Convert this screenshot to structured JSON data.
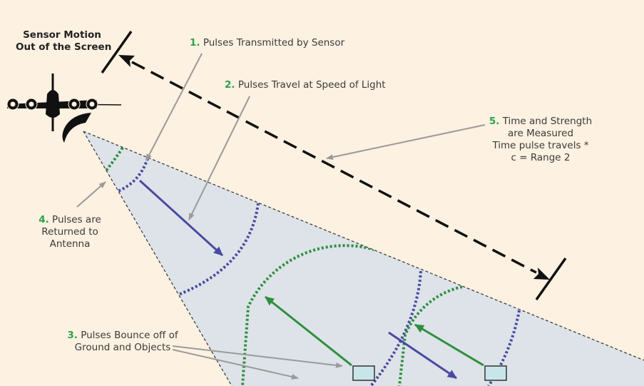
{
  "labels": {
    "sensor_motion": [
      "Sensor Motion",
      "Out of the Screen"
    ],
    "step1": {
      "num": "1.",
      "text": "Pulses Transmitted by Sensor"
    },
    "step2": {
      "num": "2.",
      "text": "Pulses Travel at Speed of Light"
    },
    "step3": {
      "num": "3.",
      "lines": [
        "Pulses Bounce off of",
        "Ground and Objects"
      ]
    },
    "step4": {
      "num": "4.",
      "lines": [
        "Pulses are",
        "Returned to",
        "Antenna"
      ]
    },
    "step5": {
      "num": "5.",
      "lines": [
        "Time and Strength",
        "are Measured",
        "Time pulse travels *",
        "c = Range 2"
      ]
    }
  },
  "colors": {
    "background": "#fdf1e1",
    "beam": "#dde3e8",
    "outgoing_pulse": "#4a4aa0",
    "return_pulse": "#2e8f3e",
    "step_number": "#2aa14a",
    "leader_line": "#9a9a9a",
    "target_fill": "#c8e6ea"
  },
  "icons": [
    "aircraft-icon",
    "antenna-icon",
    "range-arrow",
    "ground-target-icon"
  ]
}
